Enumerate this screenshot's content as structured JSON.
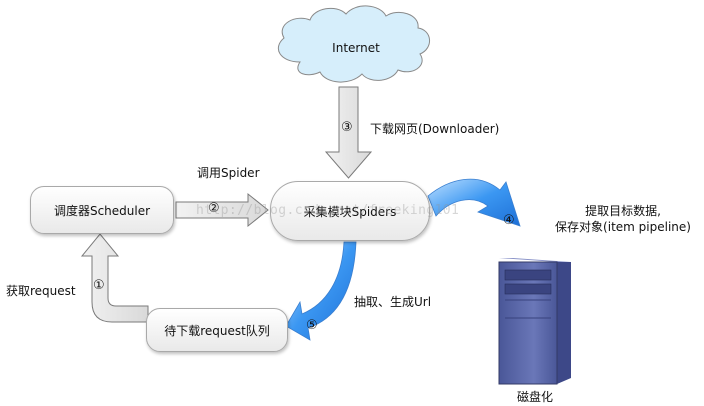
{
  "nodes": {
    "internet": "Internet",
    "scheduler": "调度器Scheduler",
    "spiders": "采集模块Spiders",
    "queue": "待下载request队列",
    "disk": "磁盘化"
  },
  "steps": {
    "s1": {
      "num": "①",
      "label": "获取request"
    },
    "s2": {
      "num": "②",
      "label": "调用Spider"
    },
    "s3": {
      "num": "③",
      "label": "下载网页(Downloader)"
    },
    "s4": {
      "num": "④",
      "label_line1": "提取目标数据,",
      "label_line2": "保存对象(item pipeline)"
    },
    "s5": {
      "num": "⑤",
      "label": "抽取、生成Url"
    }
  },
  "watermark": "http://blog.csdn.net/freeking101",
  "colors": {
    "blue_arrow": "#2f8ff0",
    "server": "#5a67a8",
    "cloud": "#d6eefb"
  }
}
